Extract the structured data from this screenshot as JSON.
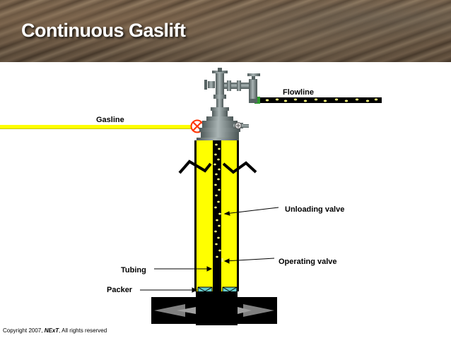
{
  "slide": {
    "title": "Continuous Gaslift"
  },
  "labels": {
    "flowline": "Flowline",
    "gasline": "Gasline",
    "unloading_valve": "Unloading valve",
    "operating_valve": "Operating valve",
    "tubing": "Tubing",
    "packer": "Packer"
  },
  "footer": {
    "copyright_prefix": "Copyright 2007, ",
    "company": "NExT",
    "copyright_suffix": ", All rights reserved"
  },
  "colors": {
    "gas_yellow": "#ffff00",
    "tubing_black": "#000000",
    "bubble_yellow": "#f2f27a",
    "valve_red": "#ff3300",
    "packer_cyan": "#66cccc",
    "wellhead_gray": "#7f8c8c"
  }
}
